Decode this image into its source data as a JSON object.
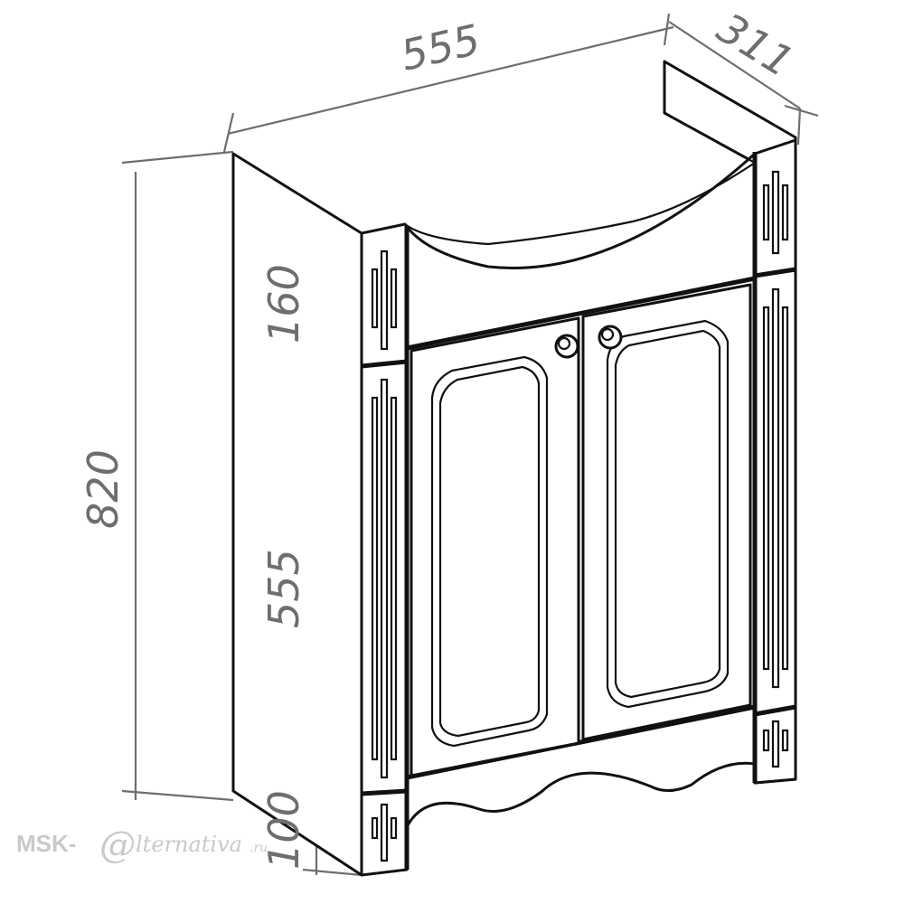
{
  "dimensions": {
    "width": "555",
    "depth": "311",
    "total_height": "820",
    "top_section": "160",
    "door_height": "555",
    "bottom_section": "100"
  },
  "watermark": {
    "prefix": "MSK-",
    "at": "@",
    "suffix": "lternativa",
    "tld": ".ru"
  },
  "colors": {
    "line": "#111111",
    "dimension": "#6e6e6e",
    "watermark": "#c9c9c9"
  }
}
